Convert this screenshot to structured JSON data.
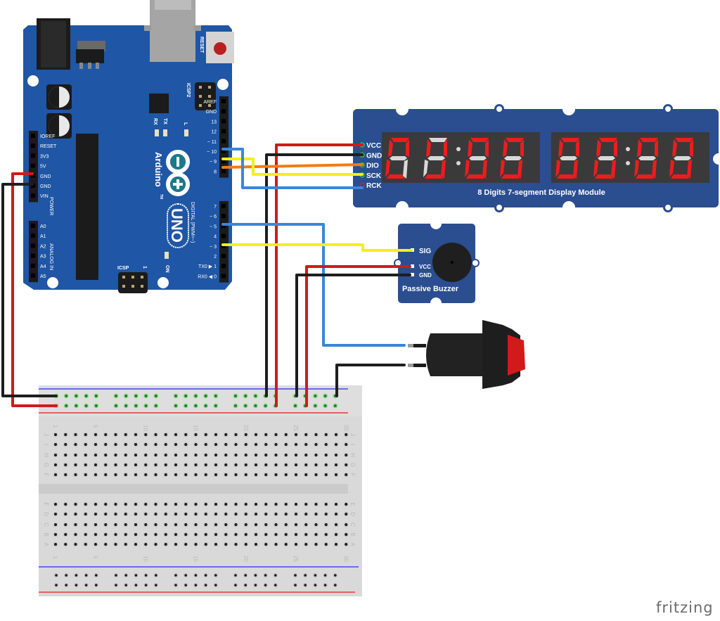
{
  "diagram": {
    "tool": "fritzing",
    "components": {
      "arduino": {
        "name": "Arduino",
        "model": "UNO",
        "trademark": "TM",
        "reset_label": "RESET",
        "icsp2_label": "ICSP2",
        "icsp_label": "ICSP",
        "icsp_pin1": "1",
        "on_label": "ON",
        "led_labels": [
          "RX",
          "TX",
          "L"
        ],
        "power_header": [
          "IOREF",
          "RESET",
          "3V3",
          "5V",
          "GND",
          "GND",
          "VIN"
        ],
        "power_title": "POWER",
        "analog_header": [
          "A0",
          "A1",
          "A2",
          "A3",
          "A4",
          "A5"
        ],
        "analog_title": "ANALOG IN",
        "digital_header_top": [
          "AREF",
          "GND",
          "13",
          "12",
          "~ 11",
          "~ 10",
          "~ 9",
          "8"
        ],
        "digital_header_bottom": [
          "7",
          "~ 6",
          "~ 5",
          "4",
          "~ 3",
          "2",
          "TX0 ▶ 1",
          "RX0 ◀ 0"
        ],
        "digital_title": "DIGITAL (PWM=~)"
      },
      "display": {
        "title": "8 Digits 7-segment Display Module",
        "pins": [
          "VCC",
          "GND",
          "DIO",
          "SCK",
          "RCK"
        ],
        "colors": {
          "on": "#ee1c1c",
          "off": "#d8d8d8",
          "bg": "#3a3a3a",
          "board": "#2a4e8f"
        }
      },
      "buzzer": {
        "title": "Passive Buzzer",
        "pins": [
          "SIG",
          "VCC",
          "GND"
        ]
      },
      "button": {
        "name": "Pushbutton",
        "cap_color": "#d11a1a"
      },
      "breadboard": {
        "rows_top": [
          "J",
          "I",
          "H",
          "G",
          "F"
        ],
        "rows_bottom": [
          "E",
          "D",
          "C",
          "B",
          "A"
        ],
        "column_labels": [
          "1",
          "5",
          "10",
          "15",
          "20",
          "25",
          "30"
        ]
      }
    },
    "wires": [
      {
        "from": "Arduino 5V",
        "to": "Breadboard power rail +",
        "color": "#d11a1a"
      },
      {
        "from": "Arduino GND",
        "to": "Breadboard power rail -",
        "color": "#1e1e1e"
      },
      {
        "from": "Arduino 12",
        "to": "Display RCK",
        "color": "#3a86d8"
      },
      {
        "from": "Arduino ~11",
        "to": "Display SCK",
        "color": "#f5ee1e"
      },
      {
        "from": "Arduino ~10",
        "to": "Display DIO",
        "color": "#f07d14"
      },
      {
        "from": "Breadboard rail +",
        "to": "Display VCC",
        "color": "#d11a1a"
      },
      {
        "from": "Breadboard rail -",
        "to": "Display GND",
        "color": "#1e1e1e"
      },
      {
        "from": "Arduino ~5",
        "to": "Pushbutton",
        "color": "#3a86d8"
      },
      {
        "from": "Arduino ~3",
        "to": "Buzzer SIG",
        "color": "#f5ee1e"
      },
      {
        "from": "Breadboard rail +",
        "to": "Buzzer VCC",
        "color": "#d11a1a"
      },
      {
        "from": "Breadboard rail -",
        "to": "Buzzer GND",
        "color": "#1e1e1e"
      },
      {
        "from": "Breadboard rail -",
        "to": "Pushbutton",
        "color": "#1e1e1e"
      }
    ],
    "watermark": "fritzing"
  }
}
